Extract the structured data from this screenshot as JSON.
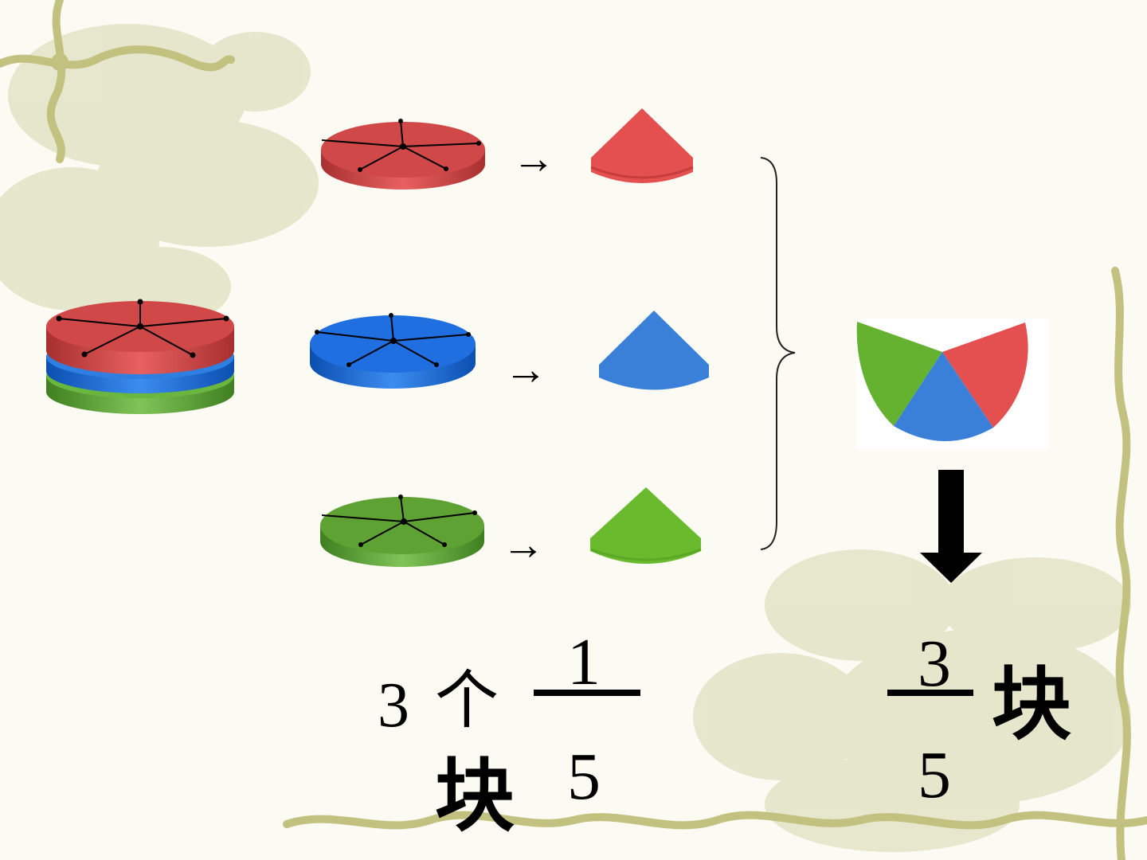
{
  "colors": {
    "red": "#e45050",
    "red_dark": "#c83f3f",
    "blue": "#1a6fe0",
    "blue_piece": "#3a7fd8",
    "green": "#62ad3a",
    "green_piece": "#6aba2e",
    "vine": "#b8b77a",
    "foliage": "#dcdcb8"
  },
  "disks": [
    {
      "id": "red",
      "color_key": "red"
    },
    {
      "id": "blue",
      "color_key": "blue"
    },
    {
      "id": "green",
      "color_key": "green"
    }
  ],
  "arrow_symbol": "→",
  "left_expression": {
    "count": "3",
    "measure_word": "个",
    "numerator": "1",
    "denominator": "5",
    "unit": "块"
  },
  "right_expression": {
    "numerator": "3",
    "denominator": "5",
    "unit": "块"
  }
}
